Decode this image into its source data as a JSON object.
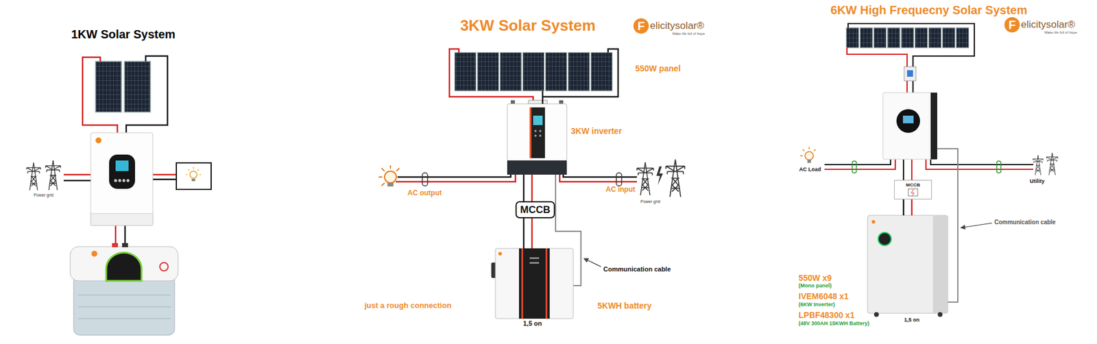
{
  "diagram": {
    "nodes": [
      {
        "text": [
          "550W panel"
        ]
      },
      {
        "text": [
          "3KW inverter"
        ]
      },
      {
        "text": [
          "MCCB"
        ]
      },
      {
        "text": [
          "5KWH battery",
          "1,5 on"
        ]
      },
      {
        "text": [
          "AC output"
        ]
      },
      {
        "text": [
          "AC input",
          "Power grid"
        ]
      },
      {
        "text": [
          "AC Load"
        ]
      },
      {
        "text": [
          "MCCB"
        ]
      },
      {
        "text": [
          "1,5 on"
        ]
      },
      {
        "text": [
          "Utility"
        ]
      }
    ],
    "edges": [
      {
        "from": 0,
        "to": 1,
        "arrow": "none"
      },
      {
        "from": 1,
        "to": 2,
        "arrow": "none"
      },
      {
        "from": 2,
        "to": 3,
        "arrow": "none"
      },
      {
        "from": 1,
        "to": 4,
        "arrow": "none"
      },
      {
        "from": 1,
        "to": 5,
        "arrow": "none"
      },
      {
        "from": 7,
        "to": 8,
        "arrow": "none"
      }
    ],
    "labels": [
      "1KW Solar System",
      "Power grid",
      "3KW Solar System",
      "F",
      "elicitysolar®",
      "Make life full of hope",
      "Communication cable",
      "just a rough connection",
      "6KW High Frequecny Solar System",
      "F",
      "elicitysolar®",
      "Make life full of hope",
      "Communication cable",
      "550W x9",
      "(Mono panel)",
      "IVEM6048 x1",
      "(6KW Inverter)",
      "LPBF48300 x1",
      "(48V 300AH 15KWH Battery)"
    ]
  }
}
